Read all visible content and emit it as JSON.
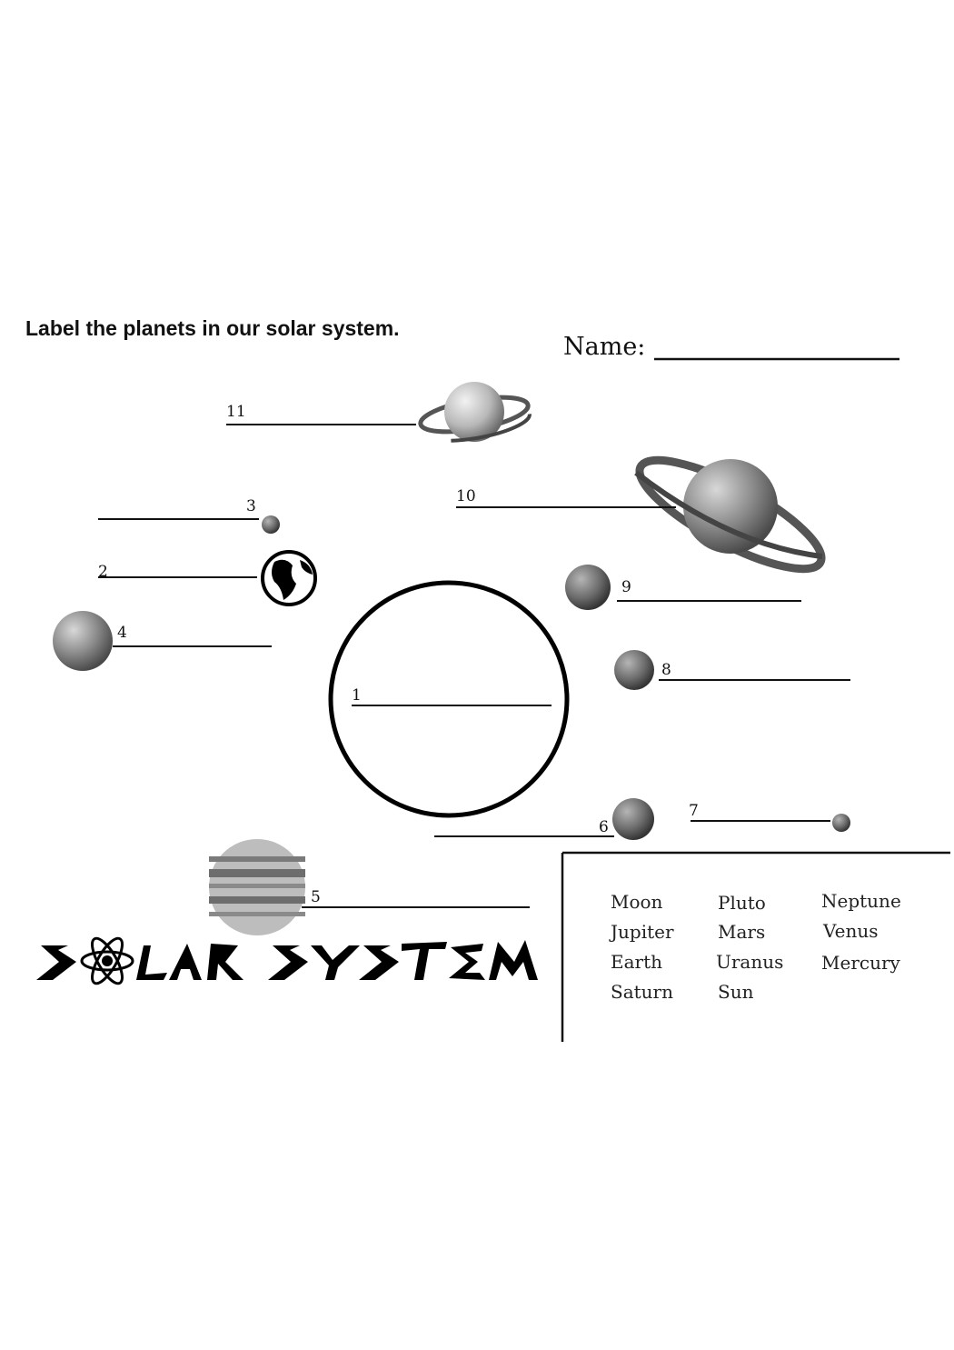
{
  "worksheet": {
    "instruction": "Label the planets in our solar system.",
    "name_label": "Name:"
  },
  "labels": [
    "1",
    "2",
    "3",
    "4",
    "5",
    "6",
    "7",
    "8",
    "9",
    "10",
    "11"
  ],
  "logo_text": "SOLAR SYSTEM",
  "word_bank": {
    "col1": [
      "Moon",
      "Jupiter",
      "Earth",
      "Saturn"
    ],
    "col2": [
      "Pluto",
      "Mars",
      "Uranus",
      "Sun"
    ],
    "col3": [
      "Neptune",
      "Venus",
      "Mercury"
    ]
  },
  "colors": {
    "ink": "#111111",
    "planet_mid": "#8c8c8c",
    "planet_dark": "#555555"
  }
}
